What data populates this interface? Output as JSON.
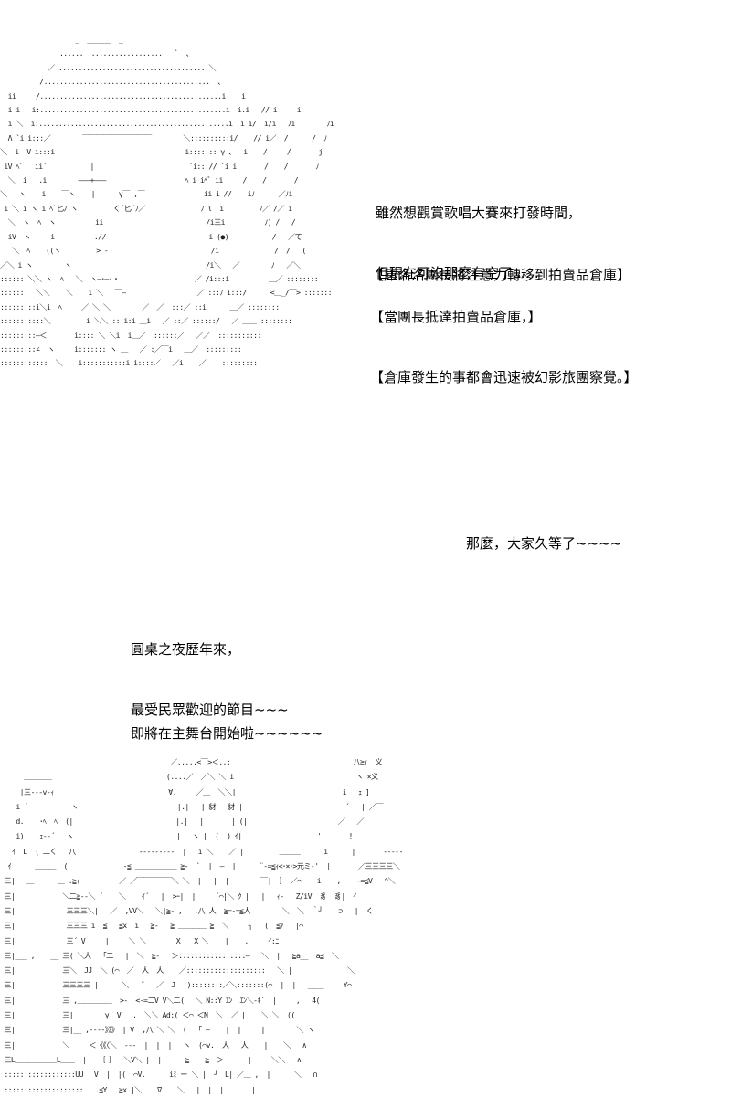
{
  "top_art": {
    "description": "ASCII art of a man (Chrollo) with cross tattoo on forehead and earring, hair drawn with dotted fills",
    "lines": [
      "                   _  ______  _",
      "               ......  ..................   `  、",
      "            ／ ..................................... ＼",
      "          /..........................................  、",
      "  ii     /..............................................i    i",
      "  i i   i:...............................................i  i.i   // i     i",
      "  i ＼  i:................................................i  i i/  i/i   ﾉi        ﾉi",
      "  Λ `i i:::／        ￣￣￣￣￣￣￣￣￣￣        ＼::::::::::i/    // i／  /      /  ﾉ",
      "＼  i  V i:::i                                 i::::::: γ 、  i    /     /       j",
      " iV ﾍﾞ   ii´           |                        `i:::// `i i       /    /       ﾉ",
      "  ＼  i   .i        ―――+―――                    ﾍ i iﾍﾞ ii     /    /       /",
      "＼   ヽ    i    ￣ヽ    |      γ￣ ,￣               ii i //    iﾉ      ／ﾉi",
      " i ＼ i ヽ i ﾍ`匕ﾉ ヽ         く´匕´ﾉ／              ﾉ ι  i         ﾉ／ /／ i",
      "  ＼  ヽ  ﾍ  ヽ          ii                          /i三i          ﾉ) /   /",
      "  iV  ヽ     i          .//                          i (●)           /   ／て",
      "   ＼  ﾍ    ((ヽ         > -                          /i              /  /   (",
      "／＼_i ヽ        ヽ          _                       /i＼   ／        ﾉ   ／＼",
      ":::::::＼＼ ヽ  ﾍ   ＼  ヽ―･―-・                   ／ /i:::i          ＿／ ::::::::",
      ":::::::  ＼＼    ＼    i ＼   ￣―                  ／ :::ﾉ i:::/      <＿_/￣> :::::::",
      ":::::::::i＼i  ﾍ     ／ ＼ ＼        ／  ／  :::／ ::i      ＿／ ::::::::",
      ":::::::::::＼         i ＼＼ :: i:i ＿i   ／ ::／ ::::::/   ／ ＿＿ ::::::::",
      ":::::::::―＜       i:::: ＼ ＼i  i＿／  ::::::／   ／／  :::::::::::",
      ":::::::::∠  ヽ     i::::::: ヽ ＿   ／ :／￣i   ＿／  :::::::::",
      "::::::::::::  ＼    i:::::::::::i i::::／   ／i    ／    :::::::::"
    ]
  },
  "narration_1": {
    "lines": [
      "雖然想觀賞歌唱大賽來打發時間，",
      "但現在可沒那麼有空了......"
    ]
  },
  "narration_2": {
    "line": "【庫洛洛團長將注意力轉移到拍賣品倉庫】"
  },
  "narration_3": {
    "lines": [
      "【當團長抵達拍賣品倉庫，】",
      "【倉庫發生的事都會迅速被幻影旅團察覺。】"
    ]
  },
  "announcer_1": {
    "line": "那麼，大家久等了~~~~"
  },
  "announcer_2": {
    "lines": [
      "圓桌之夜歷年來，",
      "最受民眾歡迎的節目~~~"
    ]
  },
  "announcer_3": {
    "line": "即將在主舞台開始啦~~~~~~"
  },
  "bottom_art": {
    "description": "ASCII art of a crowd of characters gathered in front of the main stage",
    "lines": [
      "                                           ／.....<￣>＜..:                               八≧ｨ  义",
      "      ＿＿＿＿                             (....／  ／＼ ＼ i                               ヽ ×义",
      "     |三---v-ｨ                             ∀.     ／＿  ＼＼|                           i   ｪ ]_",
      "    i ´           ヽ                         |.|   | 豺   豺 |                          ´   | ／￣",
      "    d.    ･ﾍ  ﾍ  (|                          |.|   |       | (|                       ／   ／",
      "    i)    ｪ--´   ヽ                          |   ヽ |  (  ) ｲ|                   '       !",
      "   ｲ  L  ( 二く   八                ---------  |   i ＼    ／ |         ＿＿＿      i      |       -----",
      "  ｲ      ＿＿＿  (              -≦ ＿＿＿＿＿＿ ≧-  `  |  ―  |      ¨-=≦ｨ<･×･>元ミ-'  |       ／三三三三＼",
      " 三|   ＿      ＿ .≧ｨ          ／ ／￣￣￣￣￣＼ ＼  |   |  |        ￣|  ｝ ／⌒    i    ,    -=≦V   ^＼",
      " 三|            ＼二≧--＼ ´    ＼    ｲ´   |  >ｰ|  |     ´⌒|＼ ｸ |   |   ｨ-   Z/iV  豸  豸|  ｲ",
      " 三|             三三三＼|   ／  ,VV＼   ＼|≧- ,   ,八 人  ≧=-=≦人        ＼  ＼  ｀┘    ⊃   |  く",
      " 三|             三三三 i  ≦   ≦x  i   ≧-   ≧ ＿＿＿＿ ≧  ＼     ┐   (  ≦ｧ   |⌒",
      " 三|             三´ V     |     ＼ ＼   ＿＿ X＿＿X ＼    |    ,     ｲ;ﾆ",
      " 三|___ ,    __ 三( ＼人   ｢二   |  ＼  ≧-   ＞:::::::::::::::::―   ＼  |   ≧a__  a≦  ＼",
      " 三|            三＼  JJ  ＼ (⌒  ／  人  人    ／::::::::::::::::::::   ＼ |  |           ＼",
      " 三|            三三三三 |      ＼   ¨   ／  J   )::::::::／＼:::::::(⌒  |  |   ____     Y⌒",
      " 三|            三 ,＿＿＿＿＿  >-  <-=二V V＼二(￣ ＼ N::Y ｴﾝ  ｴﾝ＼-ｷ´  |     ,   4(",
      " 三|            三|        γ  V   ,  ＼＼ Ad:( ＜⌒ ＜N  ＼  ／ |    ＼ ＼  ((",
      " 三|            三|__ ,----》》》 | V  ,八 ＼ ＼  (   ｢ ―    |  |     |        ＼ ヽ",
      " 三|            ＼     ＜《《〈＼  ---  |  |  |   ヽ  (⌒v.  人   人    |    ＼   ∧",
      " 三L＿＿＿＿＿＿L＿＿  |   ｛ ｝  ＼V＼ |  |      ≧    ≧  ＞      |     ＼＼   ∧",
      " ::::::::::::::::::UU￣ V  |  |(  ⌒V.      iﾐ ー ＼ |  ┘￣L| ／＿ ,  |      ＼   ∩",
      " ::::::::::::::::::::   .≦Y   ≧x |＼    ∇    ＼   |  |  |       |"
    ]
  }
}
